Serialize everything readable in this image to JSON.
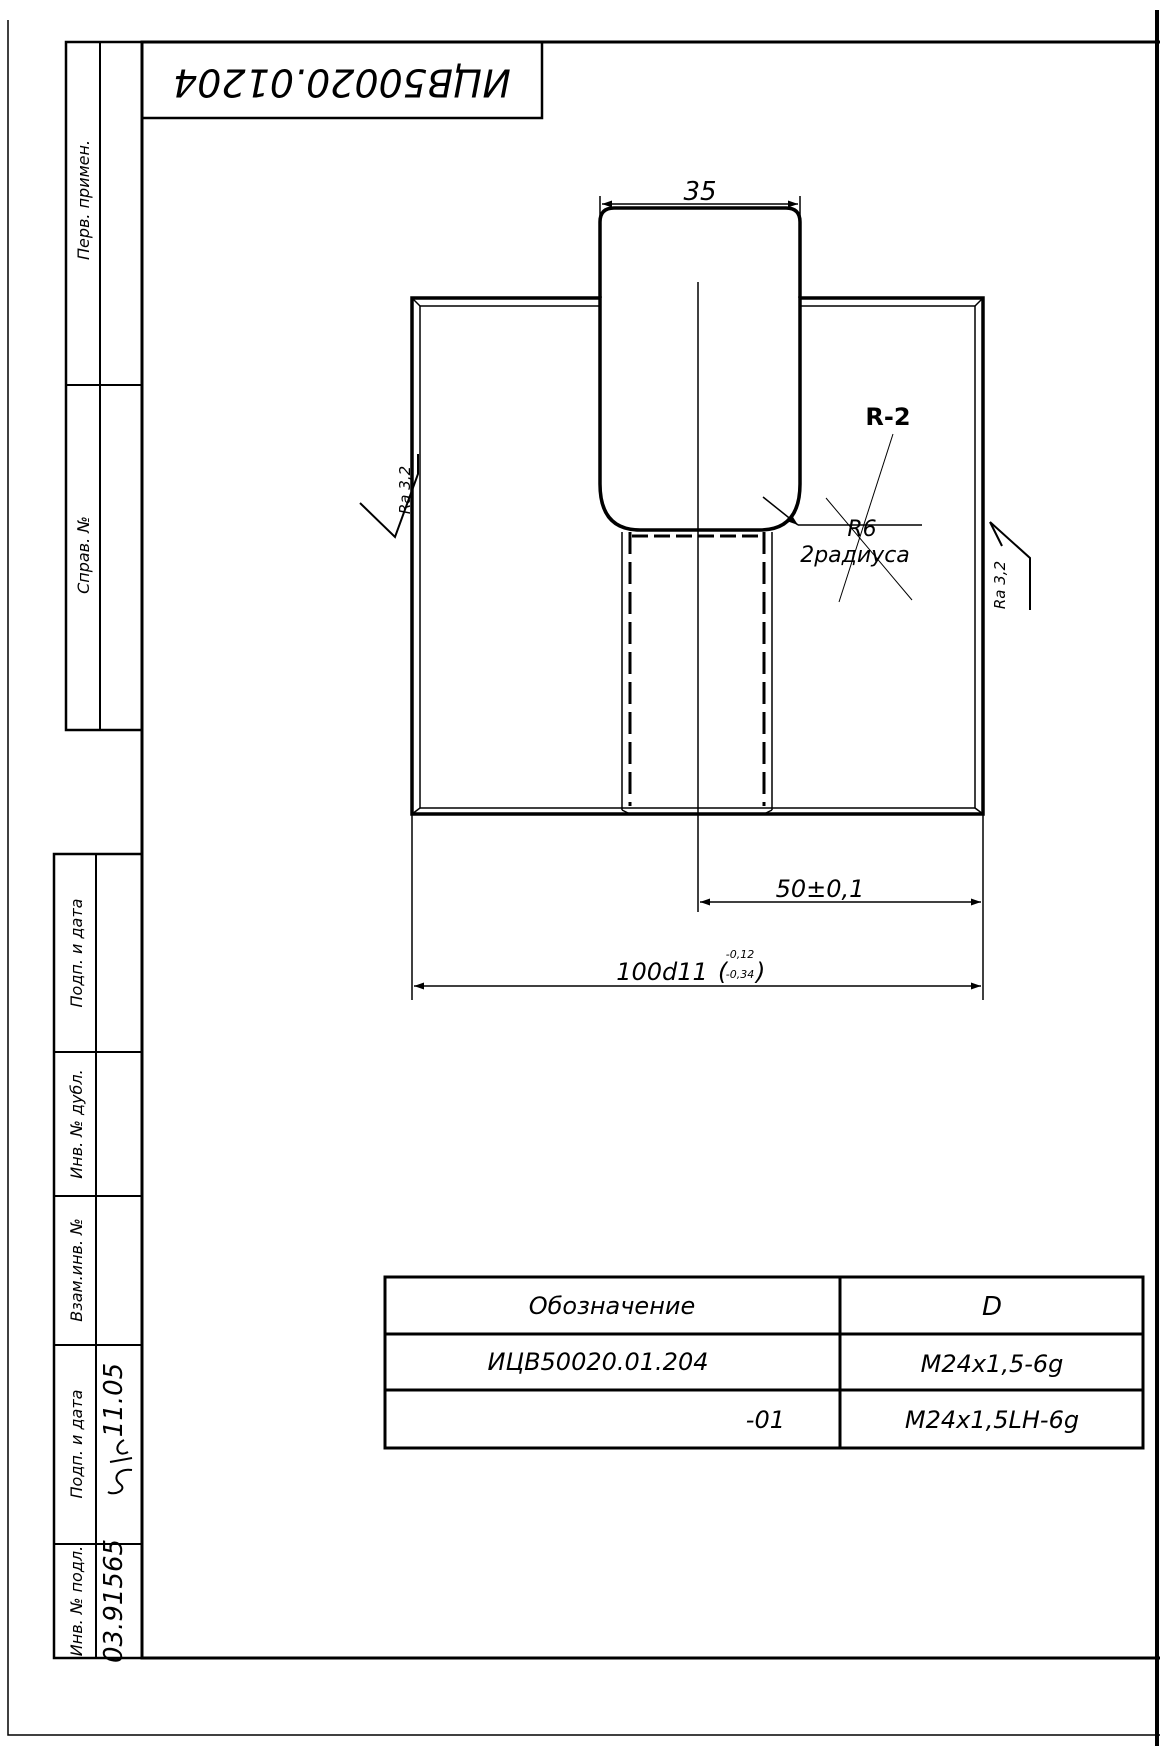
{
  "drawing_number": "ИЦВ50020.01204",
  "dimensions": {
    "head_width": "35",
    "radius_r2": "R-2",
    "radius_r6": "R6",
    "radius_count": "2радиуса",
    "offset": "50±0,1",
    "overall_width": "100d11",
    "tol_upper": "-0,12",
    "tol_lower": "-0,34"
  },
  "roughness": {
    "left": "Ra 3,2",
    "right": "Ra 3,2"
  },
  "table": {
    "headers": [
      "Обозначение",
      "D"
    ],
    "rows": [
      {
        "designation": "ИЦВ50020.01.204",
        "d": "M24x1,5-6g"
      },
      {
        "designation": "-01",
        "d": "M24x1,5LH-6g"
      }
    ]
  },
  "side_stamp": {
    "perv_primen": "Перв. примен.",
    "sprav_no": "Справ. №",
    "podp_data_1": "Подп. и дата",
    "inv_dubl": "Инв. № дубл.",
    "vzam_inv": "Взам.инв. №",
    "podp_data_2": "Подп. и дата",
    "inv_podl": "Инв. № подл.",
    "inv_podl_value": "03.91565",
    "date_value": "11.05"
  }
}
